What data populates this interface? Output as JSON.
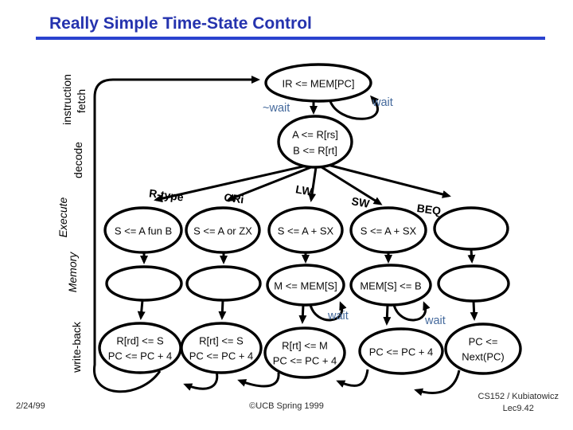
{
  "colors": {
    "title": "#2533ae",
    "rule": "#2a42cf",
    "wait_label": "#44699c",
    "diagram_stroke": "#000000",
    "background": "#ffffff"
  },
  "header": {
    "title": "Really Simple Time-State Control"
  },
  "stages": {
    "fetch_line1": "instruction",
    "fetch_line2": "fetch",
    "decode": "decode",
    "execute": "Execute",
    "memory": "Memory",
    "writeback": "write-back"
  },
  "states": {
    "fetch": "IR <= MEM[PC]",
    "decode_line1": "A <= R[rs]",
    "decode_line2": "B <= R[rt]",
    "ex_rtype": "S <= A fun B",
    "ex_ori": "S <= A or ZX",
    "ex_lw": "S <= A + SX",
    "ex_sw": "S <= A + SX",
    "ex_beq": "",
    "mem_rtype": "",
    "mem_ori": "",
    "mem_lw": "M <= MEM[S]",
    "mem_sw": "MEM[S] <= B",
    "mem_beq": "",
    "wb_rtype_line1": "R[rd] <= S",
    "wb_rtype_line2": "PC <= PC + 4",
    "wb_ori_line1": "R[rt] <= S",
    "wb_ori_line2": "PC <= PC + 4",
    "wb_lw_line1": "R[rt] <= M",
    "wb_lw_line2": "PC <= PC + 4",
    "wb_sw": "PC <= PC + 4",
    "wb_beq_line1": "PC <=",
    "wb_beq_line2": "Next(PC)"
  },
  "edge_labels": {
    "not_wait": "~wait",
    "wait_fetch": "wait",
    "wait_lw": "wait",
    "wait_sw": "wait",
    "rtype": "R-type",
    "ori": "ORi",
    "lw": "LW",
    "sw": "SW",
    "beq": "BEQ"
  },
  "footer": {
    "date": "2/24/99",
    "copyright": "©UCB Spring 1999",
    "course": "CS152 / Kubiatowicz",
    "lecture": "Lec9.42"
  }
}
